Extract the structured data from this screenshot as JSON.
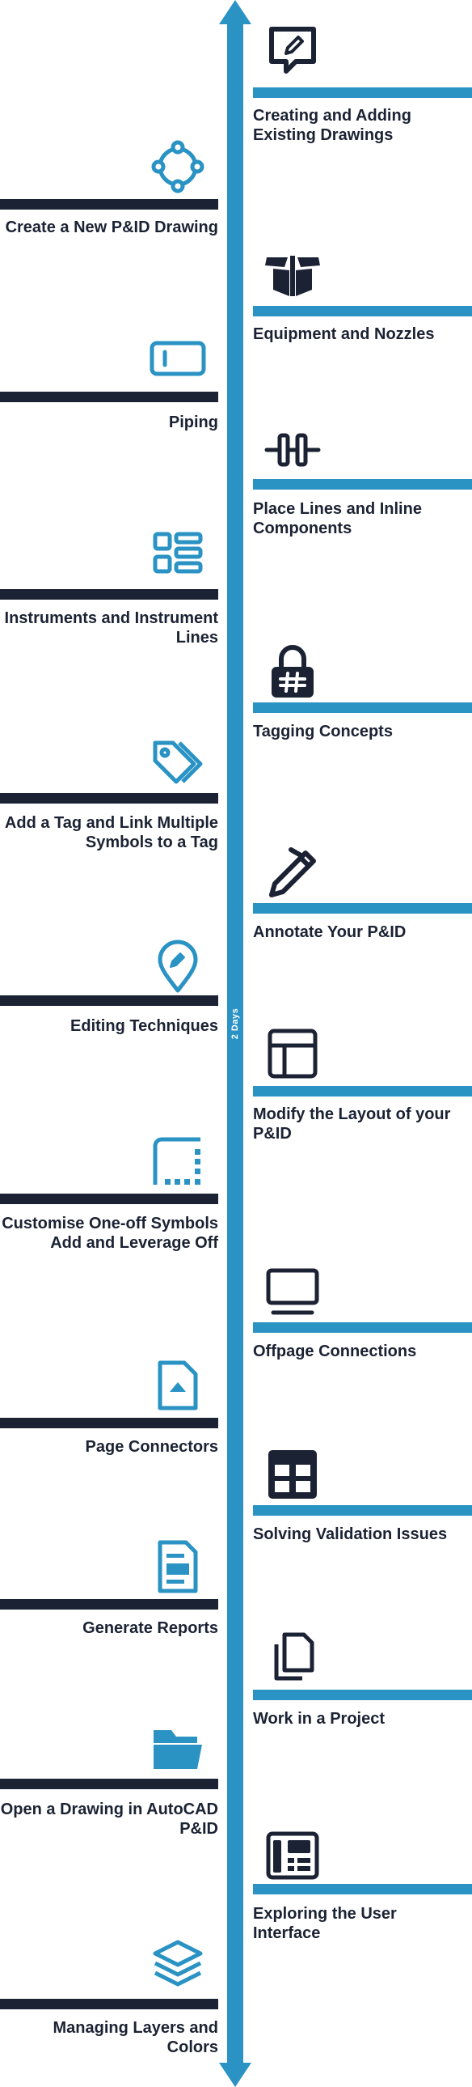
{
  "timeline": {
    "duration_label": "2 Days",
    "colors": {
      "accent": "#2a93c4",
      "dark": "#1b2233"
    }
  },
  "topics": [
    {
      "label": "Creating and Adding Existing Drawings",
      "side": "right",
      "icon": "speech-bubble-pencil-icon"
    },
    {
      "label": "Create a New P&ID Drawing",
      "side": "left",
      "icon": "node-circle-icon"
    },
    {
      "label": "Equipment and Nozzles",
      "side": "right",
      "icon": "open-box-icon"
    },
    {
      "label": "Piping",
      "side": "left",
      "icon": "pipe-rectangle-icon"
    },
    {
      "label": "Place Lines and Inline Components",
      "side": "right",
      "icon": "inline-valve-icon"
    },
    {
      "label": "Instruments and Instrument Lines",
      "side": "left",
      "icon": "instruments-grid-icon"
    },
    {
      "label": "Tagging Concepts",
      "side": "right",
      "icon": "hashtag-lock-icon"
    },
    {
      "label": "Add a Tag and Link Multiple Symbols to a Tag",
      "side": "left",
      "icon": "tags-icon"
    },
    {
      "label": "Annotate Your P&ID",
      "side": "right",
      "icon": "pen-icon"
    },
    {
      "label": "Editing Techniques",
      "side": "left",
      "icon": "map-pin-pencil-icon"
    },
    {
      "label": "Modify the Layout of your P&ID",
      "side": "right",
      "icon": "layout-window-icon"
    },
    {
      "label": "Customise One-off Symbols Add and Leverage Off",
      "side": "left",
      "icon": "dotted-corner-icon"
    },
    {
      "label": "Offpage Connections",
      "side": "right",
      "icon": "monitor-icon"
    },
    {
      "label": "Page Connectors",
      "side": "left",
      "icon": "file-upload-icon"
    },
    {
      "label": "Solving Validation Issues",
      "side": "right",
      "icon": "table-icon"
    },
    {
      "label": "Generate Reports",
      "side": "left",
      "icon": "report-document-icon"
    },
    {
      "label": "Work in a Project",
      "side": "right",
      "icon": "copy-files-icon"
    },
    {
      "label": "Open a Drawing in AutoCAD P&ID",
      "side": "left",
      "icon": "folder-icon"
    },
    {
      "label": "Exploring the User Interface",
      "side": "right",
      "icon": "interface-phone-icon"
    },
    {
      "label": "Managing Layers and Colors",
      "side": "left",
      "icon": "layers-icon"
    }
  ]
}
